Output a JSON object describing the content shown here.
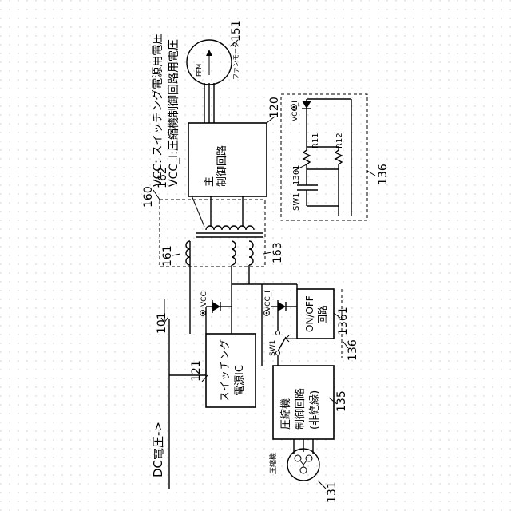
{
  "texts": {
    "dc_voltage": "DC電圧->",
    "ref_101": "101",
    "compressor_small": "圧縮機",
    "ref_131": "131",
    "ref_121": "121",
    "ic_line1": "スイッチング",
    "ic_line2": "電源IC",
    "ref_135": "135",
    "cc_line1": "圧縮機",
    "cc_line2": "制御回路",
    "cc_line3": "(非絶縁)",
    "sw1": "SW1",
    "vcc": "VCC",
    "vcc_i": "VCC_I",
    "onoff_line1": "ON/OFF",
    "onoff_line2": "回路",
    "ref_1361": "1361",
    "ref_136": "136",
    "ref_160": "160",
    "ref_161": "161",
    "ref_162": "162",
    "ref_163": "163",
    "main_line1": "主",
    "main_line2": "制御回路",
    "ref_120": "120",
    "ffm": "FFM",
    "fan_motor": "ファンモータ",
    "ref_151": "151",
    "legend_vcc": "VCC: スイッチング電源用電圧",
    "legend_vcci": "VCC_I:圧縮機制御回路用電圧",
    "detail_vcc_i": "VCC_I",
    "detail_r11": "R11",
    "detail_r12": "R12",
    "detail_1361": "1361",
    "detail_sw1": "SW1",
    "detail_136": "136"
  }
}
